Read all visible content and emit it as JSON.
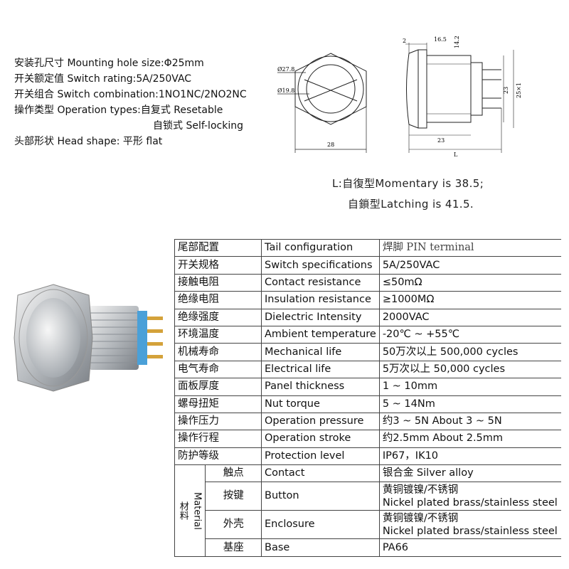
{
  "specs": [
    "安装孔尺寸 Mounting hole size:Φ25mm",
    "开关额定值 Switch rating:5A/250VAC",
    "开关组合 Switch combination:1NO1NC/2NO2NC",
    "操作类型 Operation types:自复式 Resetable",
    "自锁式 Self-locking",
    "头部形状 Head shape: 平形 flat"
  ],
  "drawing": {
    "d_outer": "Ø27.8",
    "d_inner": "Ø19.8",
    "width_hex": "28",
    "dim_2": "2",
    "dim_16_5": "16.5",
    "dim_14_2": "14.2",
    "dim_23_side": "23",
    "dim_25x1": "25×1",
    "dim_23_bottom": "23",
    "dim_L": "L"
  },
  "notes": {
    "momentary": "L:自復型Momentary is 38.5;",
    "latching": "自鎖型Latching is 41.5."
  },
  "table": {
    "rows": [
      {
        "cn": "尾部配置",
        "en": "Tail configuration",
        "val": "焊脚 PIN terminal"
      },
      {
        "cn": "开关规格",
        "en": "Switch specifications",
        "val": "5A/250VAC"
      },
      {
        "cn": "接触电阻",
        "en": "Contact resistance",
        "val": "≤50mΩ"
      },
      {
        "cn": "绝缘电阻",
        "en": "Insulation resistance",
        "val": "≥1000MΩ"
      },
      {
        "cn": "绝缘强度",
        "en": "Dielectric Intensity",
        "val": "2000VAC"
      },
      {
        "cn": "环境温度",
        "en": "Ambient temperature",
        "val": "-20℃ ~ +55℃"
      },
      {
        "cn": "机械寿命",
        "en": "Mechanical life",
        "val": "50万次以上 500,000 cycles"
      },
      {
        "cn": "电气寿命",
        "en": "Electrical life",
        "val": "5万次以上 50,000  cycles"
      },
      {
        "cn": "面板厚度",
        "en": "Panel thickness",
        "val": "1 ~ 10mm"
      },
      {
        "cn": "螺母扭矩",
        "en": "Nut torque",
        "val": "5 ~ 14Nm"
      },
      {
        "cn": "操作压力",
        "en": "Operation pressure",
        "val": "约3 ~ 5N About 3 ~ 5N"
      },
      {
        "cn": "操作行程",
        "en": "Operation stroke",
        "val": "约2.5mm About 2.5mm"
      },
      {
        "cn": "防护等级",
        "en": "Protection level",
        "val": "IP67，IK10"
      }
    ],
    "material": {
      "cn_label": "材料",
      "en_label": "Material",
      "rows": [
        {
          "cn": "触点",
          "en": "Contact",
          "val1": "银合金 Silver alloy",
          "val2": ""
        },
        {
          "cn": "按键",
          "en": "Button",
          "val1": "黄铜镀镍/不锈钢",
          "val2": "Nickel plated brass/stainless steel"
        },
        {
          "cn": "外壳",
          "en": "Enclosure",
          "val1": "黄铜镀镍/不锈钢",
          "val2": "Nickel plated brass/stainless steel"
        },
        {
          "cn": "基座",
          "en": "Base",
          "val1": "PA66",
          "val2": ""
        }
      ]
    }
  }
}
